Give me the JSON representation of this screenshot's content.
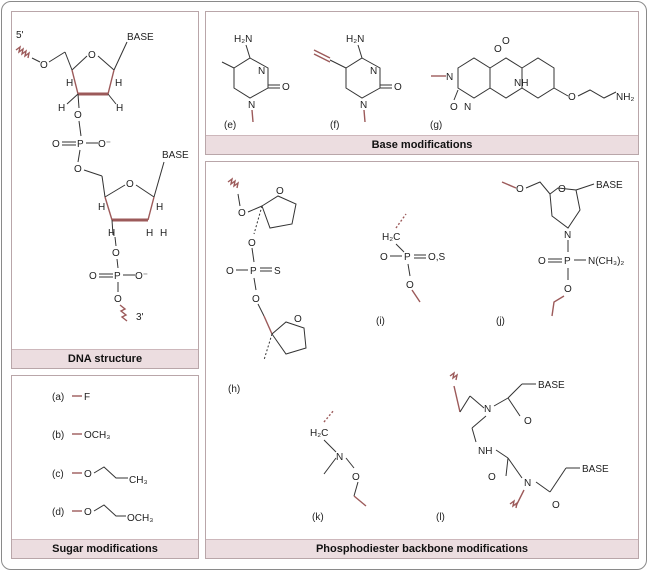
{
  "panels": {
    "dna": {
      "caption": "DNA structure"
    },
    "sugar": {
      "caption": "Sugar modifications"
    },
    "base": {
      "caption": "Base modifications"
    },
    "backbone": {
      "caption": "Phosphodiester backbone modifications"
    }
  },
  "dna": {
    "five_prime": "5'",
    "three_prime": "3'",
    "base_label": "BASE",
    "atom_O": "O",
    "atom_H": "H",
    "atom_P": "P",
    "o_minus": "O⁻"
  },
  "sugar": {
    "items": [
      {
        "letter": "(a)",
        "group": "F"
      },
      {
        "letter": "(b)",
        "group": "OCH₃"
      },
      {
        "letter": "(c)",
        "group_o": "O",
        "group_tail": "CH₃"
      },
      {
        "letter": "(d)",
        "group_o": "O",
        "group_tail": "OCH₃"
      }
    ]
  },
  "base": {
    "labels": {
      "e": "(e)",
      "f": "(f)",
      "g": "(g)"
    },
    "atoms": {
      "h2n": "H₂N",
      "n": "N",
      "o": "O",
      "nh": "NH",
      "nh2": "NH₂"
    }
  },
  "backbone": {
    "labels": {
      "h": "(h)",
      "i": "(i)",
      "j": "(j)",
      "k": "(k)",
      "l": "(l)"
    },
    "atoms": {
      "o": "O",
      "p": "P",
      "s": "S",
      "os": "O,S",
      "h2c": "H₂C",
      "n": "N",
      "nme2": "N(CH₃)₂",
      "nh": "NH",
      "base": "BASE"
    }
  }
}
